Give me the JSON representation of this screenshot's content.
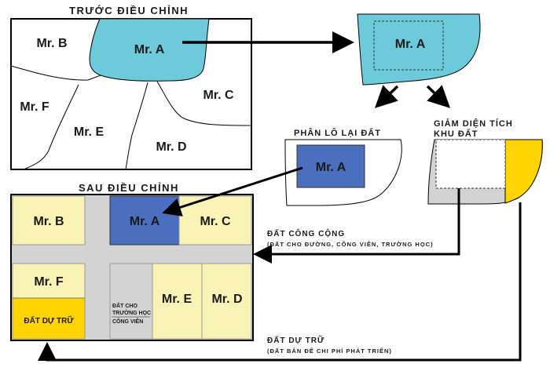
{
  "before": {
    "title": "TRƯỚC ĐIỀU CHỈNH",
    "owners": [
      "Mr. B",
      "Mr. A",
      "Mr. F",
      "Mr. E",
      "Mr. C",
      "Mr. D"
    ]
  },
  "extracted": {
    "owner": "Mr. A"
  },
  "replot": {
    "title": "PHÂN LÔ LẠI ĐẤT",
    "owner": "Mr. A"
  },
  "reduce": {
    "title_line1": "GIẢM DIỆN TÍCH",
    "title_line2": "KHU ĐẤT"
  },
  "after": {
    "title": "SAU ĐIỀU CHỈNH",
    "owners": [
      "Mr. B",
      "Mr. A",
      "Mr. C",
      "Mr. F",
      "Mr. E",
      "Mr. D"
    ],
    "reserve_label": "ĐẤT DỰ TRỮ",
    "school_park_line1": "ĐẤT CHO",
    "school_park_line2": "TRƯỜNG HỌC",
    "school_park_line3": "CÔNG VIÊN"
  },
  "public_land": {
    "title": "ĐẤT CÔNG CỘNG",
    "note": "(ĐẤT CHO ĐƯỜNG, CÔNG VIÊN, TRƯỜNG HỌC)"
  },
  "reserve_land": {
    "title": "ĐẤT DỰ TRỮ",
    "note": "(ĐẤT BÁN ĐỂ CHI PHÍ PHÁT TRIỂN)"
  },
  "colors": {
    "blue_light": "#6dcadb",
    "blue_dark": "#4a6fbf",
    "yellow_light": "#faf3b6",
    "yellow_reserve": "#ffd400",
    "road": "#d3d3d3"
  }
}
